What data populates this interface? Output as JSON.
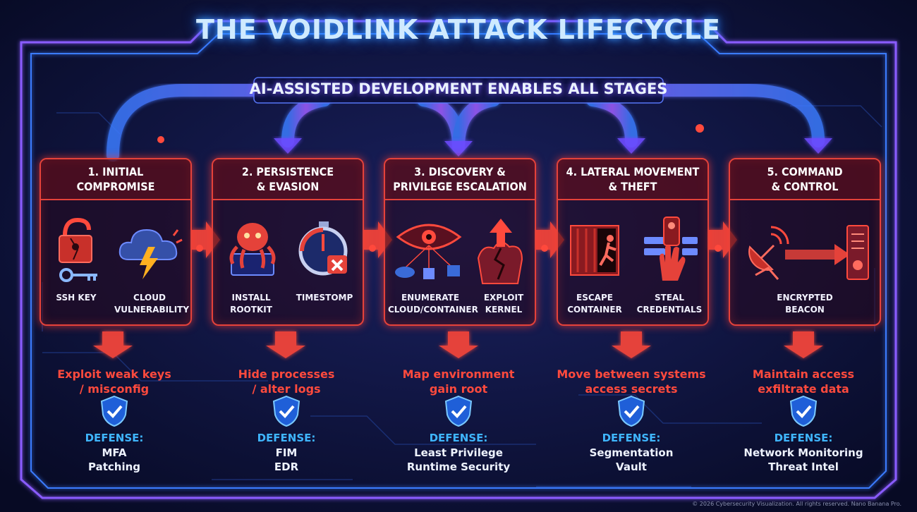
{
  "title": "THE VOIDLINK ATTACK LIFECYCLE",
  "banner": "AI-ASSISTED DEVELOPMENT ENABLES ALL STAGES",
  "stages": [
    {
      "title": "1. INITIAL\nCOMPROMISE",
      "items": [
        {
          "label": "SSH KEY",
          "icon": "lock-key-icon"
        },
        {
          "label": "CLOUD\nVULNERABILITY",
          "icon": "cloud-lightning-icon"
        }
      ],
      "objective": "Exploit weak keys\n/ misconfig",
      "defense_label": "DEFENSE:",
      "defenses": [
        "MFA",
        "Patching"
      ]
    },
    {
      "title": "2. PERSISTENCE\n& EVASION",
      "items": [
        {
          "label": "INSTALL\nROOTKIT",
          "icon": "octopus-chip-icon"
        },
        {
          "label": "TIMESTOMP",
          "icon": "stopwatch-icon"
        }
      ],
      "objective": "Hide processes\n/ alter logs",
      "defense_label": "DEFENSE:",
      "defenses": [
        "FIM",
        "EDR"
      ]
    },
    {
      "title": "3. DISCOVERY &\nPRIVILEGE ESCALATION",
      "items": [
        {
          "label": "ENUMERATE\nCLOUD/CONTAINER",
          "icon": "eye-network-icon"
        },
        {
          "label": "EXPLOIT\nKERNEL",
          "icon": "broken-arrow-icon"
        }
      ],
      "objective": "Map environment\ngain root",
      "defense_label": "DEFENSE:",
      "defenses": [
        "Least Privilege",
        "Runtime Security"
      ]
    },
    {
      "title": "4. LATERAL MOVEMENT\n& THEFT",
      "items": [
        {
          "label": "ESCAPE\nCONTAINER",
          "icon": "container-escape-icon"
        },
        {
          "label": "STEAL\nCREDENTIALS",
          "icon": "hand-key-icon"
        }
      ],
      "objective": "Move between systems\naccess secrets",
      "defense_label": "DEFENSE:",
      "defenses": [
        "Segmentation",
        "Vault"
      ]
    },
    {
      "title": "5. COMMAND\n& CONTROL",
      "items": [
        {
          "label": "ENCRYPTED\nBEACON",
          "icon": "satellite-server-icon"
        }
      ],
      "objective": "Maintain access\nexfiltrate data",
      "defense_label": "DEFENSE:",
      "defenses": [
        "Network Monitoring",
        "Threat Intel"
      ]
    }
  ],
  "footer": "© 2026 Cybersecurity Visualization. All rights reserved. Nano Banana Pro.",
  "colors": {
    "background": "#0a0e2e",
    "accent_red": "#e5423a",
    "accent_blue": "#3fb6ff",
    "glow_purple": "#8a5cff"
  }
}
